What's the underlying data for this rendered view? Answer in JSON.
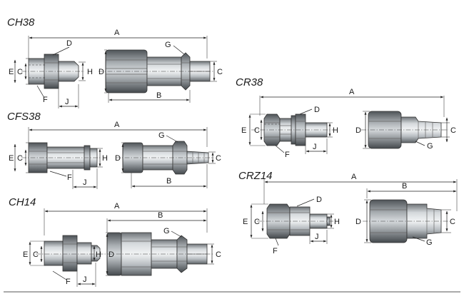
{
  "sections": {
    "ch38": {
      "title": "CH38",
      "labels": {
        "A": "A",
        "B": "B",
        "C1": "C",
        "C2": "C",
        "D1": "D",
        "D2": "D",
        "E": "E",
        "F": "F",
        "G": "G",
        "H": "H",
        "J": "J"
      }
    },
    "cfs38": {
      "title": "CFS38",
      "labels": {
        "A": "A",
        "B": "B",
        "C1": "C",
        "C2": "C",
        "D": "D",
        "E": "E",
        "F": "F",
        "G": "G",
        "H": "H",
        "J": "J"
      }
    },
    "ch14": {
      "title": "CH14",
      "labels": {
        "A": "A",
        "B": "B",
        "C1": "C",
        "C2": "C",
        "D": "D",
        "E": "E",
        "F": "F",
        "G": "G",
        "H": "H",
        "J": "J"
      }
    },
    "cr38": {
      "title": "CR38",
      "labels": {
        "A": "A",
        "C1": "C",
        "C2": "C",
        "D1": "D",
        "D2": "D",
        "E": "E",
        "F": "F",
        "G": "G",
        "H": "H",
        "J": "J"
      }
    },
    "crz14": {
      "title": "CRZ14",
      "labels": {
        "A": "A",
        "B": "B",
        "C1": "C",
        "C2": "C",
        "D1": "D",
        "D2": "D",
        "E": "E",
        "F": "F",
        "G": "G",
        "H": "H",
        "J": "J"
      }
    }
  }
}
